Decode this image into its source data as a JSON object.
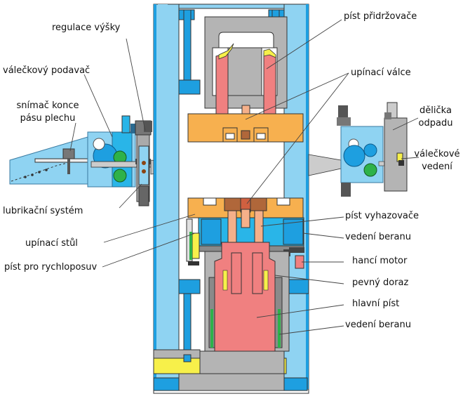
{
  "labels": {
    "height_regulation": "regulace výšky",
    "roller_feeder": "válečkový podavač",
    "strip_end_sensor_1": "snímač konce",
    "strip_end_sensor_2": "pásu plechu",
    "lubrication_system": "lubrikační systém",
    "clamping_table": "upínací stůl",
    "rapid_piston": "píst pro rychloposuv",
    "holddown_piston": "píst přidržovače",
    "clamping_cylinder": "upínací válce",
    "waste_divider_1": "dělička",
    "waste_divider_2": "odpadu",
    "roller_guide_1": "válečkové",
    "roller_guide_2": "vedení",
    "ejector_piston": "píst vyhazovače",
    "ram_guide_upper": "vedení beranu",
    "drive_motor": "hancí motor",
    "fixed_stop": "pevný doraz",
    "main_piston": "hlavní píst",
    "ram_guide_lower": "vedení beranu"
  },
  "colors": {
    "frame_blue": "#8fd3f2",
    "frame_dark": "#1e9fe0",
    "cyan": "#29b5e8",
    "gray": "#b4b4b4",
    "dark_gray": "#8a8a8a",
    "orange": "#f7b04f",
    "salmon": "#f08080",
    "brown": "#b0673a",
    "yellow": "#f7f04a",
    "green": "#2eb24a",
    "peach": "#f5b08a"
  }
}
